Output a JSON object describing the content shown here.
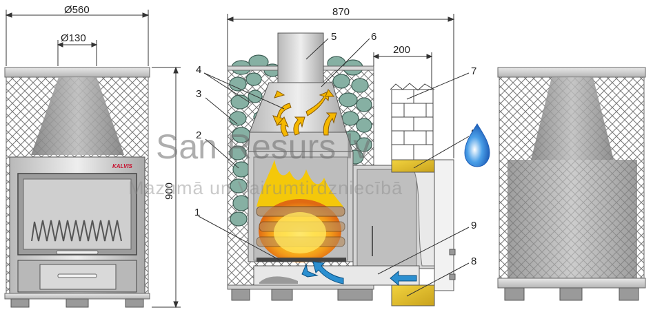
{
  "dimensions": {
    "width_total": "870",
    "diameter_body": "Ø560",
    "diameter_flue": "Ø130",
    "height": "900",
    "offset": "200"
  },
  "brand_label": "KALVIS",
  "callouts": [
    "1",
    "2",
    "3",
    "4",
    "5",
    "6",
    "7",
    "8",
    "8",
    "9"
  ],
  "watermark": {
    "line1": "San Resurs lv",
    "line2": "Mazumā un Vairumtirdzniecībā"
  },
  "colors": {
    "mesh": "#8a8a8a",
    "steel": "#d4d4d4",
    "stone": "#7fa89b",
    "flame": "#f7b500",
    "insulation": "#e6c23a",
    "arrow_warm": "#f5b800",
    "arrow_cold": "#2b8fd0",
    "brick": "#ffffff"
  }
}
